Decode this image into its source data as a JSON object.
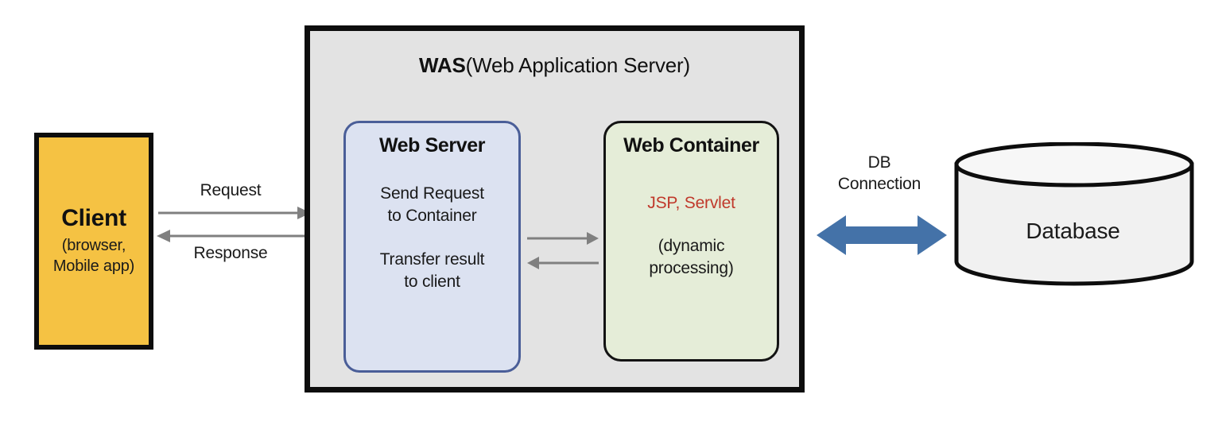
{
  "diagram": {
    "title": "WAS (Web Application Server) architecture",
    "colors": {
      "client_fill": "#F5C243",
      "was_fill": "#E3E3E3",
      "web_server_fill": "#DCE2F1",
      "web_server_border": "#4A5E98",
      "web_container_fill": "#E5EDD8",
      "web_container_border": "#131313",
      "accent_red": "#C0392B",
      "db_arrow_blue": "#4472A8",
      "gray_arrow": "#808080",
      "cylinder_fill": "#F1F1F1",
      "outline_black": "#0d0d0d"
    }
  },
  "client": {
    "title": "Client",
    "sub_line_1": "(browser,",
    "sub_line_2": "Mobile app)"
  },
  "was": {
    "title_bold": "WAS",
    "title_rest": "(Web Application Server)"
  },
  "web_server": {
    "heading": "Web Server",
    "para_1_line_1": "Send Request",
    "para_1_line_2": "to Container",
    "para_2_line_1": "Transfer result",
    "para_2_line_2": "to client"
  },
  "web_container": {
    "heading": "Web Container",
    "accent": "JSP, Servlet",
    "para_line_1": "(dynamic",
    "para_line_2": "processing)"
  },
  "arrows": {
    "request_label": "Request",
    "response_label": "Response",
    "db_connection_line_1": "DB",
    "db_connection_line_2": "Connection"
  },
  "database": {
    "label": "Database"
  }
}
